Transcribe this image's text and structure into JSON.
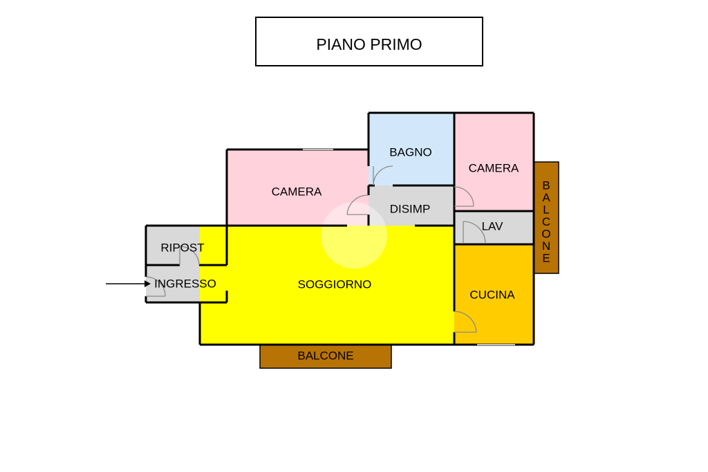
{
  "plan_title": "PIANO PRIMO",
  "colors": {
    "camera": "#ffd2dc",
    "bagno": "#d2e8fa",
    "service": "#d9d9d9",
    "soggiorno": "#ffff00",
    "cucina": "#ffcc00",
    "balcone": "#b87305"
  },
  "rooms": {
    "camera_main": "CAMERA",
    "bagno": "BAGNO",
    "camera_right": "CAMERA",
    "disimp": "DISIMP",
    "lav": "LAV",
    "ripost": "RIPOST",
    "ingresso": "INGRESSO",
    "soggiorno": "SOGGIORNO",
    "cucina": "CUCINA",
    "balcone_bottom": "BALCONE",
    "balcone_right": "BALCONE"
  }
}
